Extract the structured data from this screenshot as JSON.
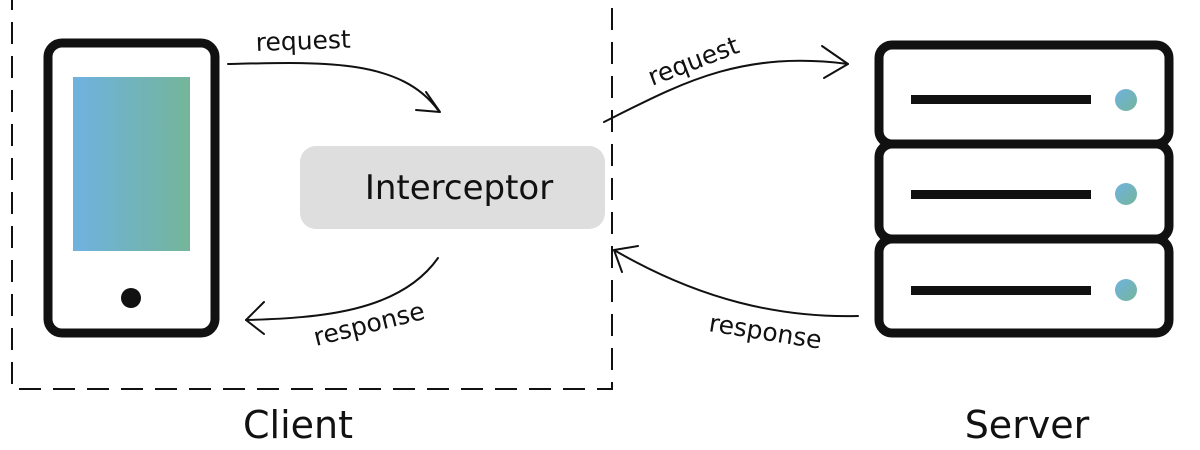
{
  "groups": {
    "client_label": "Client",
    "server_label": "Server"
  },
  "nodes": {
    "interceptor_label": "Interceptor"
  },
  "edges": {
    "client_request_label": "request",
    "client_response_label": "response",
    "server_request_label": "request",
    "server_response_label": "response"
  },
  "icons": {
    "phone": "smartphone-icon",
    "server": "server-rack-icon"
  },
  "colors": {
    "ink": "#111111",
    "interceptor_fill": "#dedede",
    "gradient_start": "#6fb2e0",
    "gradient_end": "#74b59a"
  }
}
